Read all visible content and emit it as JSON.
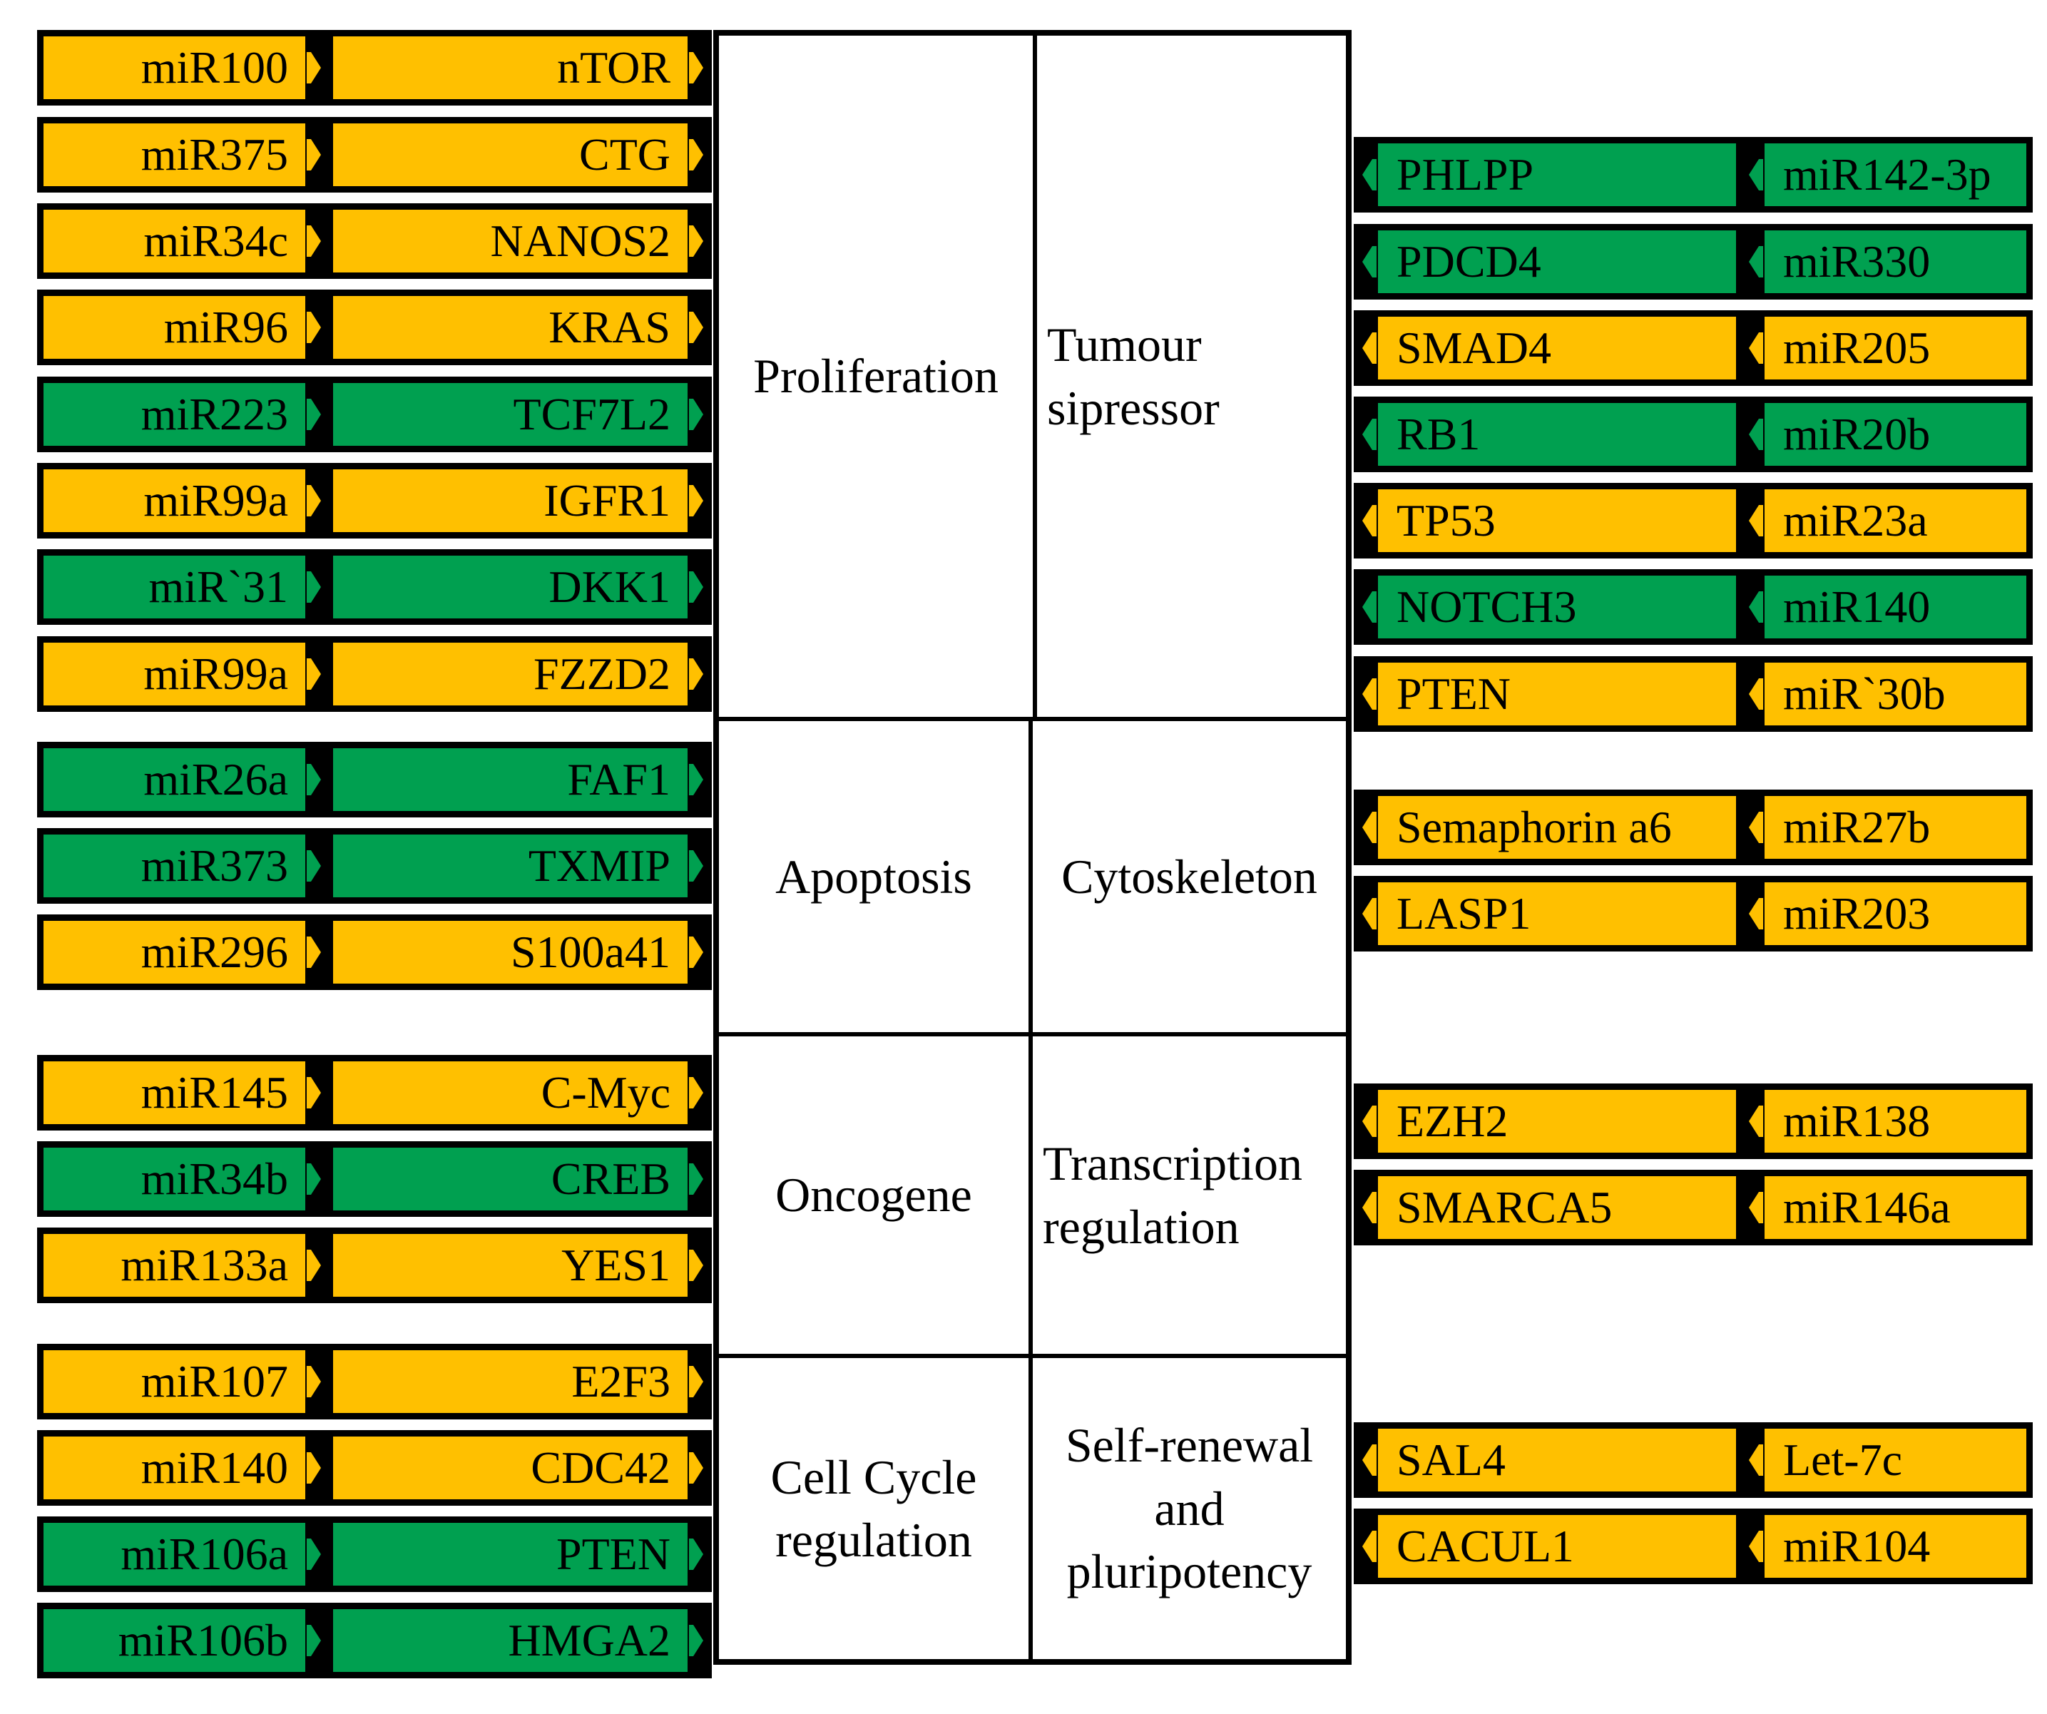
{
  "colors": {
    "gold": "#FFC000",
    "green": "#00A050",
    "outline": "#000000"
  },
  "categories": {
    "proliferation": "Proliferation",
    "tumour": "Tumour sipressor",
    "apoptosis": "Apoptosis",
    "cytoskeleton": "Cytoskeleton",
    "oncogene": "Oncogene",
    "transcription": "Transcription regulation",
    "cell_cycle": "Cell Cycle regulation",
    "self_renewal": "Self-renewal and pluripotency"
  },
  "left_rows": [
    {
      "mirna": "miR100",
      "gene": "nTOR",
      "color": "gold"
    },
    {
      "mirna": "miR375",
      "gene": "CTG",
      "color": "gold"
    },
    {
      "mirna": "miR34c",
      "gene": "NANOS2",
      "color": "gold"
    },
    {
      "mirna": "miR96",
      "gene": "KRAS",
      "color": "gold"
    },
    {
      "mirna": "miR223",
      "gene": "TCF7L2",
      "color": "green"
    },
    {
      "mirna": "miR99a",
      "gene": "IGFR1",
      "color": "gold"
    },
    {
      "mirna": "miR`31",
      "gene": "DKK1",
      "color": "green"
    },
    {
      "mirna": "miR99a",
      "gene": "FZZD2",
      "color": "gold"
    },
    {
      "mirna": "miR26a",
      "gene": "FAF1",
      "color": "green"
    },
    {
      "mirna": "miR373",
      "gene": "TXMIP",
      "color": "green"
    },
    {
      "mirna": "miR296",
      "gene": "S100a41",
      "color": "gold"
    },
    {
      "mirna": "miR145",
      "gene": "C-Myc",
      "color": "gold"
    },
    {
      "mirna": "miR34b",
      "gene": "CREB",
      "color": "green"
    },
    {
      "mirna": "miR133a",
      "gene": "YES1",
      "color": "gold"
    },
    {
      "mirna": "miR107",
      "gene": "E2F3",
      "color": "gold"
    },
    {
      "mirna": "miR140",
      "gene": "CDC42",
      "color": "gold"
    },
    {
      "mirna": "miR106a",
      "gene": "PTEN",
      "color": "green"
    },
    {
      "mirna": "miR106b",
      "gene": "HMGA2",
      "color": "green"
    }
  ],
  "right_rows": [
    {
      "gene": "PHLPP",
      "mirna": "miR142-3p",
      "color": "green"
    },
    {
      "gene": "PDCD4",
      "mirna": "miR330",
      "color": "green"
    },
    {
      "gene": "SMAD4",
      "mirna": "miR205",
      "color": "gold"
    },
    {
      "gene": "RB1",
      "mirna": "miR20b",
      "color": "green"
    },
    {
      "gene": "TP53",
      "mirna": "miR23a",
      "color": "gold"
    },
    {
      "gene": "NOTCH3",
      "mirna": "miR140",
      "color": "green"
    },
    {
      "gene": "PTEN",
      "mirna": "miR`30b",
      "color": "gold"
    },
    {
      "gene": "Semaphorin a6",
      "mirna": "miR27b",
      "color": "gold"
    },
    {
      "gene": "LASP1",
      "mirna": "miR203",
      "color": "gold"
    },
    {
      "gene": "EZH2",
      "mirna": "miR138",
      "color": "gold"
    },
    {
      "gene": "SMARCA5",
      "mirna": "miR146a",
      "color": "gold"
    },
    {
      "gene": "SAL4",
      "mirna": "Let-7c",
      "color": "gold"
    },
    {
      "gene": "CACUL1",
      "mirna": "miR104",
      "color": "gold"
    }
  ]
}
